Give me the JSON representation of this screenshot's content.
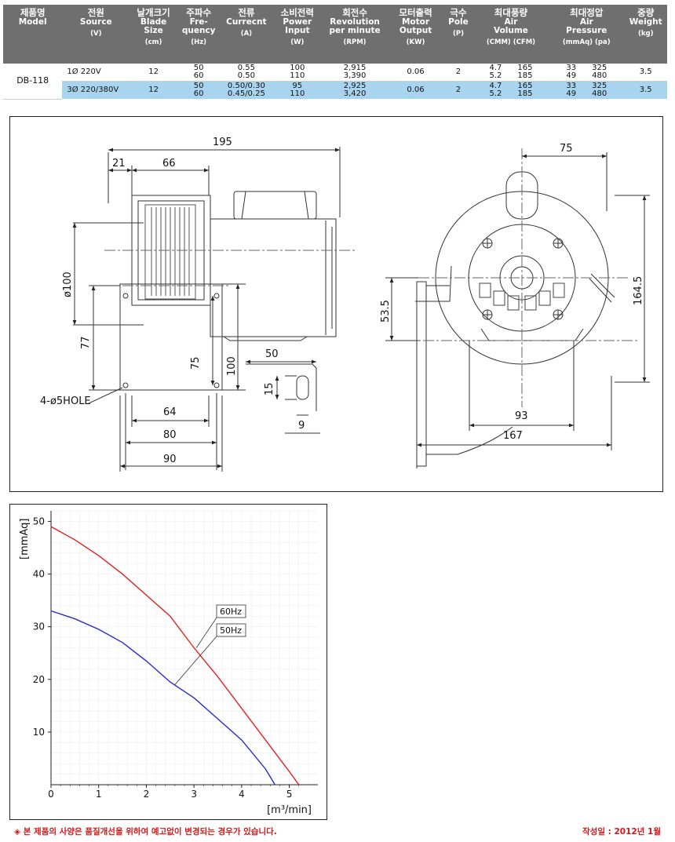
{
  "spec_table": {
    "headers": [
      {
        "ko": "제품명",
        "en": "Model",
        "en2": "",
        "unit": ""
      },
      {
        "ko": "전원",
        "en": "Source",
        "en2": "",
        "unit": "(V)"
      },
      {
        "ko": "날개크기",
        "en": "Blade",
        "en2": "Size",
        "unit": "(cm)"
      },
      {
        "ko": "주파수",
        "en": "Fre-",
        "en2": "quency",
        "unit": "(Hz)"
      },
      {
        "ko": "전류",
        "en": "Currecnt",
        "en2": "",
        "unit": "(A)"
      },
      {
        "ko": "소비전력",
        "en": "Power",
        "en2": "Input",
        "unit": "(W)"
      },
      {
        "ko": "회전수",
        "en": "Revolution",
        "en2": "per minute",
        "unit": "(RPM)"
      },
      {
        "ko": "모터출력",
        "en": "Motor",
        "en2": "Output",
        "unit": "(KW)"
      },
      {
        "ko": "극수",
        "en": "Pole",
        "en2": "",
        "unit": "(P)"
      },
      {
        "ko": "최대풍량",
        "en": "Air",
        "en2": "Volume",
        "unit": "(CMM) (CFM)"
      },
      {
        "ko": "최대정압",
        "en": "Air",
        "en2": "Pressure",
        "unit": "(mmAq) (pa)"
      },
      {
        "ko": "중량",
        "en": "Weight",
        "en2": "",
        "unit": "(kg)"
      }
    ],
    "model": "DB-118",
    "rows": [
      {
        "source": "1Ø 220V",
        "blade": "12",
        "freq": [
          "50",
          "60"
        ],
        "current": [
          "0.55",
          "0.50"
        ],
        "power": [
          "100",
          "110"
        ],
        "rpm": [
          "2,915",
          "3,390"
        ],
        "motor": "0.06",
        "pole": "2",
        "cmm": [
          "4.7",
          "5.2"
        ],
        "cfm": [
          "165",
          "185"
        ],
        "mmaq": [
          "33",
          "49"
        ],
        "pa": [
          "325",
          "480"
        ],
        "weight": "3.5"
      },
      {
        "source": "3Ø 220/380V",
        "blade": "12",
        "freq": [
          "50",
          "60"
        ],
        "current": [
          "0.50/0.30",
          "0.45/0.25"
        ],
        "power": [
          "95",
          "110"
        ],
        "rpm": [
          "2,925",
          "3,420"
        ],
        "motor": "0.06",
        "pole": "2",
        "cmm": [
          "4.7",
          "5.2"
        ],
        "cfm": [
          "165",
          "185"
        ],
        "mmaq": [
          "33",
          "49"
        ],
        "pa": [
          "325",
          "480"
        ],
        "weight": "3.5"
      }
    ]
  },
  "drawing": {
    "dims": {
      "d195": "195",
      "d21": "21",
      "d66": "66",
      "d100dia": "ø100",
      "d77": "77",
      "d75v": "75",
      "d100": "100",
      "d50": "50",
      "d15": "15",
      "d9": "9",
      "d64": "64",
      "d80": "80",
      "d90": "90",
      "hole": "4-ø5HOLE",
      "d75top": "75",
      "d164": "164.5",
      "d53": "53.5",
      "d93": "93",
      "d167": "167"
    }
  },
  "chart_data": {
    "type": "line",
    "ylabel": "[mmAq]",
    "xlabel": "[m³/min]",
    "xlim": [
      0,
      5.6
    ],
    "ylim": [
      0,
      52
    ],
    "xticks": [
      "0",
      "1",
      "2",
      "3",
      "4",
      "5"
    ],
    "yticks": [
      "10",
      "20",
      "30",
      "40",
      "50"
    ],
    "series": [
      {
        "name": "60Hz",
        "color": "#e02020",
        "x": [
          0,
          0.5,
          1,
          1.5,
          2,
          2.5,
          3,
          3.5,
          4,
          4.5,
          5,
          5.2
        ],
        "y": [
          49,
          46.5,
          43.5,
          40,
          36,
          32,
          26,
          20.5,
          14.5,
          8.5,
          2.5,
          0
        ]
      },
      {
        "name": "50Hz",
        "color": "#2828d8",
        "x": [
          0,
          0.5,
          1,
          1.5,
          2,
          2.5,
          3,
          3.5,
          4,
          4.5,
          4.7
        ],
        "y": [
          33,
          31.5,
          29.5,
          27,
          23.5,
          19.5,
          16.5,
          12.5,
          8.5,
          3,
          0
        ]
      }
    ]
  },
  "footer": {
    "note": "◈ 본 제품의 사양은 품질개선을 위하여 예고없이 변경되는 경우가 있습니다.",
    "date": "작성일 : 2012년 1월"
  }
}
